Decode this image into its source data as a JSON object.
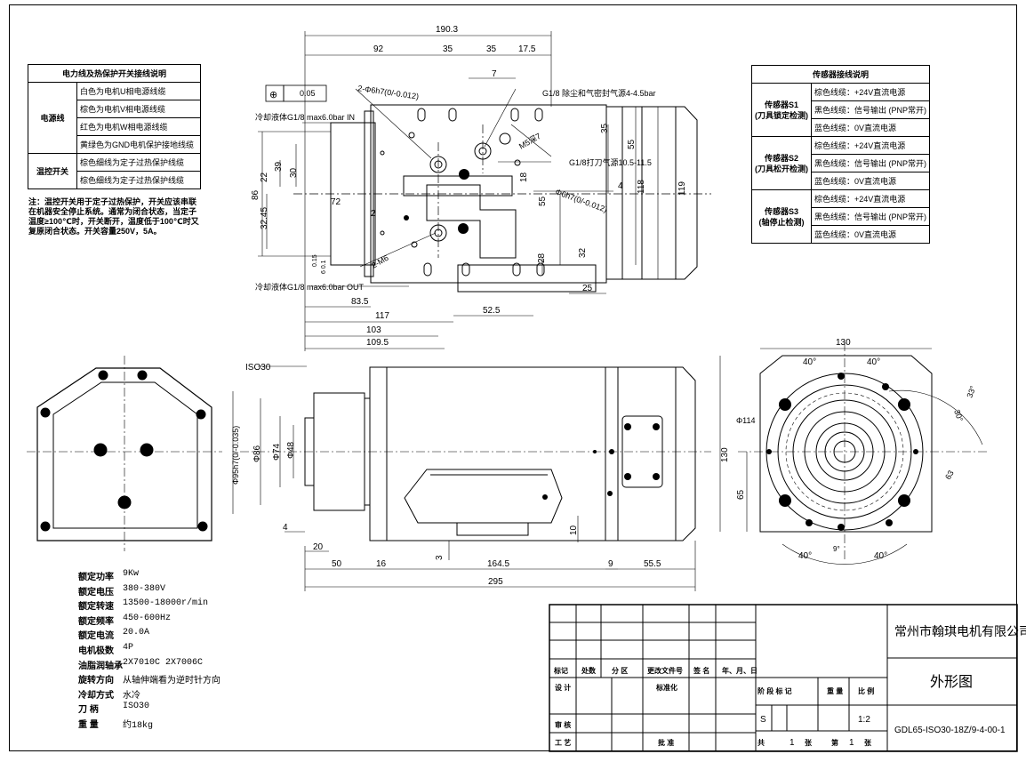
{
  "power_table": {
    "title": "电力线及热保护开关接线说明",
    "power_group": "电源线",
    "power_rows": [
      "白色为电机U相电源线缆",
      "棕色为电机V相电源线缆",
      "红色为电机W相电源线缆",
      "黄绿色为GND电机保护接地线缆"
    ],
    "temp_group": "温控开关",
    "temp_rows": [
      "棕色细线为定子过热保护线缆",
      "棕色细线为定子过热保护线缆"
    ],
    "note": "注：温控开关用于定子过热保护，开关应该串联在机器安全停止系统。通常为闭合状态，当定子温度≥100℃时，开关断开，温度低于100℃时又复原闭合状态。开关容量250V，5A。"
  },
  "sensor_table": {
    "title": "传感器接线说明",
    "sensors": [
      {
        "name": "传感器S1",
        "desc": "(刀具锁定检测)",
        "rows": [
          "棕色线缆：+24V直流电源",
          "黑色线缆：信号输出 (PNP常开)",
          "蓝色线缆：0V直流电源"
        ]
      },
      {
        "name": "传感器S2",
        "desc": "(刀具松开检测)",
        "rows": [
          "棕色线缆：+24V直流电源",
          "黑色线缆：信号输出 (PNP常开)",
          "蓝色线缆：0V直流电源"
        ]
      },
      {
        "name": "传感器S3",
        "desc": "(轴停止检测)",
        "rows": [
          "棕色线缆：+24V直流电源",
          "黑色线缆：信号输出 (PNP常开)",
          "蓝色线缆：0V直流电源"
        ]
      }
    ]
  },
  "specs": [
    {
      "label": "额定功率",
      "value": "9Kw"
    },
    {
      "label": "额定电压",
      "value": "380-380V"
    },
    {
      "label": "额定转速",
      "value": "13500-18000r/min"
    },
    {
      "label": "额定频率",
      "value": "450-600Hz"
    },
    {
      "label": "额定电流",
      "value": "20.0A"
    },
    {
      "label": "电机极数",
      "value": "4P"
    },
    {
      "label": "油脂润轴承",
      "value": "2X7010C  2X7006C"
    },
    {
      "label": "旋转方向",
      "value": "从轴伸端看为逆时针方向"
    },
    {
      "label": "冷却方式",
      "value": "水冷"
    },
    {
      "label": "刀  柄",
      "value": "ISO30"
    },
    {
      "label": "重  量",
      "value": "约18kg"
    }
  ],
  "title_block": {
    "company": "常州市翰琪电机有限公司",
    "drawing_name": "外形图",
    "drawing_no": "GDL65-ISO30-18Z/9-4-00-1",
    "scale": "1:2",
    "stage": "S",
    "headers": [
      "标记",
      "处数",
      "分 区",
      "更改文件号",
      "签 名",
      "年、月、日"
    ],
    "roles": [
      "设 计",
      "标准化",
      "审 核",
      "工 艺",
      "批 准"
    ],
    "stage_header": "阶 段 标 记",
    "weight_header": "重 量",
    "scale_header": "比 例",
    "sheets_total": "共",
    "sheets_total_n": "1",
    "sheets_unit": "张",
    "sheet_no": "第",
    "sheet_no_n": "1",
    "sheet_no_unit": "张"
  },
  "top_view": {
    "dims": [
      "190.3",
      "92",
      "35",
      "35",
      "17.5",
      "7",
      "72",
      "22",
      "30",
      "39",
      "86",
      "32.45",
      "2",
      "55",
      "118",
      "119",
      "18",
      "4",
      "35",
      "55",
      "28",
      "32",
      "25",
      "83.5",
      "117",
      "52.5",
      "103",
      "109.5"
    ],
    "gdt_tol": "0.05",
    "notes": [
      "2-Φ6h7(0/-0.012)",
      "G1/8 除尘和气密封气源4-4.5bar",
      "冷却液体G1/8 max6.0bar IN",
      "M5深7",
      "G1/8打刀气源10.5-11.5",
      "Φ6h7(0/-0.012)",
      "2-M6",
      "冷却液体G1/8 max6.0bar OUT",
      "0.15",
      "6 0.1"
    ]
  },
  "side_view": {
    "iso_label": "ISO30",
    "dims": [
      "Φ95h7(0/-0.035)",
      "Φ86",
      "Φ74",
      "Φ48",
      "4",
      "20",
      "3",
      "10",
      "50",
      "16",
      "164.5",
      "9",
      "55.5",
      "295"
    ]
  },
  "front_view": {
    "dims": [
      "130",
      "40°",
      "40°",
      "Φ114",
      "30°",
      "33°",
      "63",
      "130",
      "65",
      "40°",
      "9°",
      "40°"
    ]
  }
}
